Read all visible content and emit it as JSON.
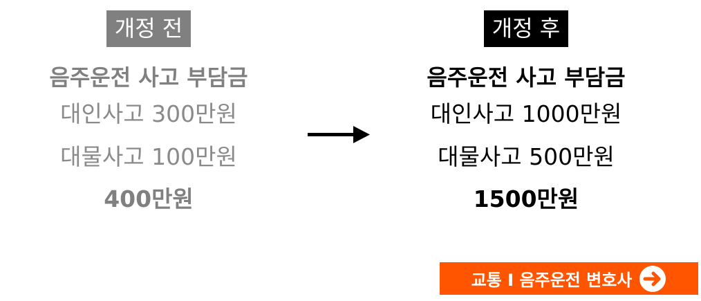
{
  "before": {
    "tag": "개정 전",
    "title": "음주운전 사고 부담금",
    "lines": [
      "대인사고 300만원",
      "대물사고 100만원"
    ],
    "total": "400만원"
  },
  "after": {
    "tag": "개정 후",
    "title": "음주운전 사고 부담금",
    "lines": [
      "대인사고 1000만원",
      "대물사고 500만원"
    ],
    "total": "1500만원"
  },
  "banner": {
    "label": "교통 I 음주운전 변호사",
    "icon": "arrow-right-circle-icon",
    "color": "#ff5500"
  }
}
